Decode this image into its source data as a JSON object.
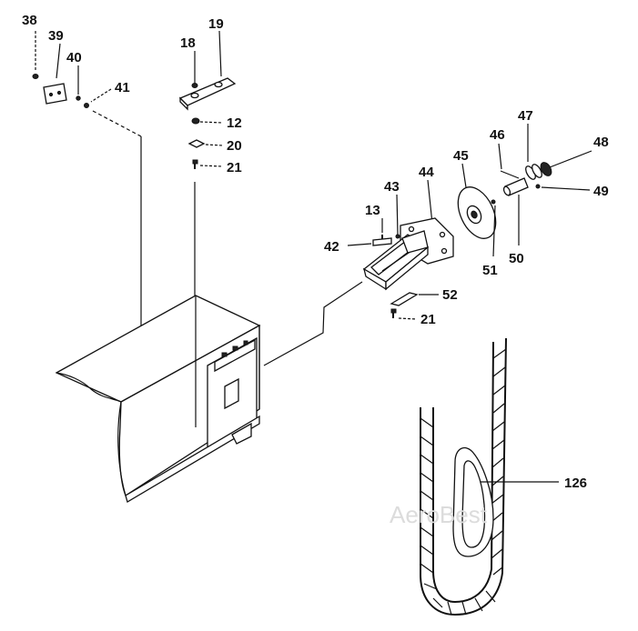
{
  "labels": {
    "p38": "38",
    "p39": "39",
    "p40": "40",
    "p41": "41",
    "p18": "18",
    "p19": "19",
    "p12": "12",
    "p20": "20",
    "p21a": "21",
    "p13": "13",
    "p42": "42",
    "p43": "43",
    "p44": "44",
    "p45": "45",
    "p46": "46",
    "p47": "47",
    "p48": "48",
    "p49": "49",
    "p50": "50",
    "p51": "51",
    "p52": "52",
    "p21b": "21",
    "p126": "126"
  },
  "watermark": "AeroBest"
}
